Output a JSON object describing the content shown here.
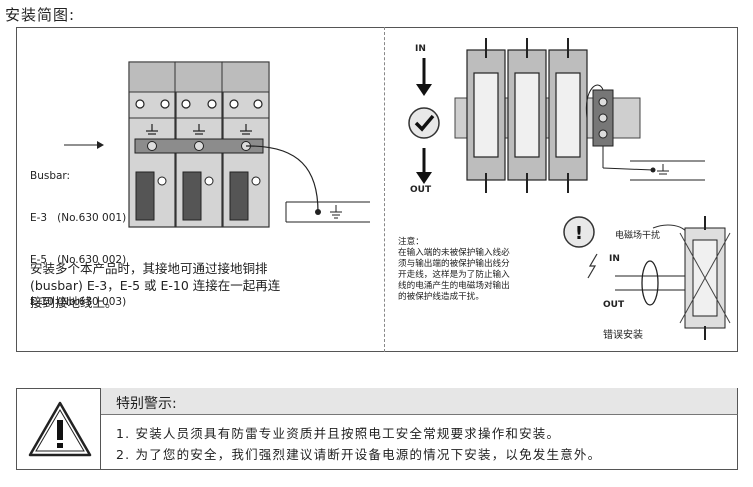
{
  "title": "安装简图:",
  "left": {
    "busbar_label": "Busbar:",
    "busbar_items": [
      "E-3   (No.630 001)",
      "E-5   (No.630 002)",
      "E-10 (No.630 003)"
    ],
    "description_1": "安装多个本产品时，其接地可通过接地铜排",
    "description_2": "(busbar) E-3，E-5 或 E-10 连接在一起再连",
    "description_3": "接到接地线上。"
  },
  "right": {
    "in_label": "IN",
    "out_label": "OUT",
    "note_lines": [
      "注意：",
      "在输入端的未被保护输入线必",
      "须与输出端的被保护输出线分",
      "开走线，这样是为了防止输入",
      "线的电涌产生的电磁场对输出",
      "的被保护线造成干扰。"
    ],
    "emf_label": "电磁场干扰",
    "wrong_in": "IN",
    "wrong_out": "OUT",
    "wrong_label": "错误安装"
  },
  "warning": {
    "title": "特别警示:",
    "line1": "1. 安装人员须具有防雷专业资质并且按照电工安全常规要求操作和安装。",
    "line2": "2. 为了您的安全，我们强烈建议请断开设备电源的情况下安装，以免发生意外。"
  }
}
